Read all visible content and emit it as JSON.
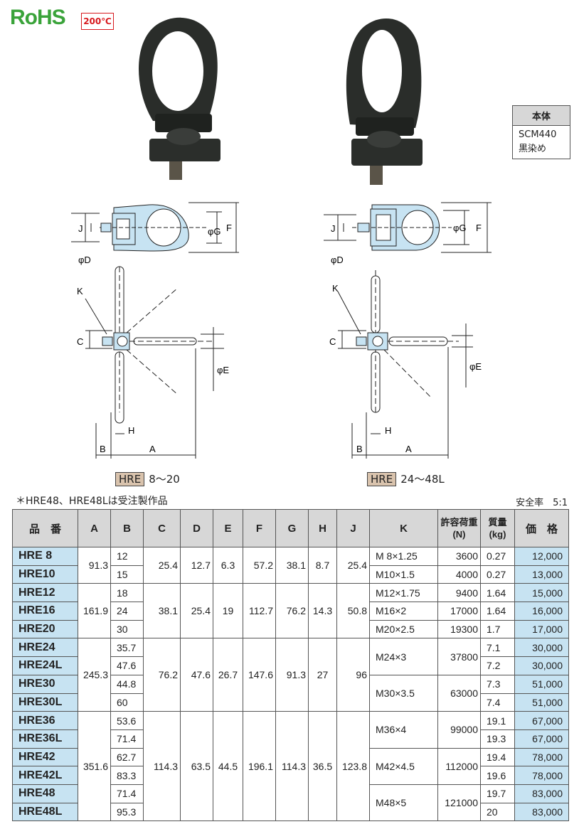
{
  "badges": {
    "rohs": "RoHS",
    "temp": "200℃"
  },
  "material": {
    "header": "本体",
    "lines": [
      "SCM440",
      "黒染め"
    ]
  },
  "drawing_labels": {
    "J": "J",
    "D": "φD",
    "G": "φG",
    "F": "F",
    "K": "K",
    "C": "C",
    "E": "φE",
    "H": "H",
    "B": "B",
    "A": "A"
  },
  "captions": [
    {
      "tag": "HRE",
      "range": "8〜20"
    },
    {
      "tag": "HRE",
      "range": "24〜48L"
    }
  ],
  "note": "＊HRE48、HRE48Lは受注製作品",
  "safety": "安全率　5:1",
  "table": {
    "headers": [
      "品　番",
      "A",
      "B",
      "C",
      "D",
      "E",
      "F",
      "G",
      "H",
      "J",
      "K",
      "許容荷重\n(N)",
      "質量\n(kg)",
      "価　格"
    ],
    "parts": [
      "HRE 8",
      "HRE10",
      "HRE12",
      "HRE16",
      "HRE20",
      "HRE24",
      "HRE24L",
      "HRE30",
      "HRE30L",
      "HRE36",
      "HRE36L",
      "HRE42",
      "HRE42L",
      "HRE48",
      "HRE48L"
    ],
    "B": [
      "12",
      "15",
      "18",
      "24",
      "30",
      "35.7",
      "47.6",
      "44.8",
      "60",
      "53.6",
      "71.4",
      "62.7",
      "83.3",
      "71.4",
      "95.3"
    ],
    "mass": [
      "0.27",
      "0.27",
      "1.64",
      "1.64",
      "1.7",
      "7.1",
      "7.2",
      "7.3",
      "7.4",
      "19.1",
      "19.3",
      "19.4",
      "19.6",
      "19.7",
      "20"
    ],
    "price": [
      "12,000",
      "13,000",
      "15,000",
      "16,000",
      "17,000",
      "30,000",
      "30,000",
      "51,000",
      "51,000",
      "67,000",
      "67,000",
      "78,000",
      "78,000",
      "83,000",
      "83,000"
    ],
    "groups": [
      {
        "A": "91.3",
        "C": "25.4",
        "D": "12.7",
        "E": "6.3",
        "F": "57.2",
        "G": "38.1",
        "H": "8.7",
        "J": "25.4"
      },
      {
        "A": "161.9",
        "C": "38.1",
        "D": "25.4",
        "E": "19",
        "F": "112.7",
        "G": "76.2",
        "H": "14.3",
        "J": "50.8"
      },
      {
        "A": "245.3",
        "C": "76.2",
        "D": "47.6",
        "E": "26.7",
        "F": "147.6",
        "G": "91.3",
        "H": "27",
        "J": "96"
      },
      {
        "A": "351.6",
        "C": "114.3",
        "D": "63.5",
        "E": "44.5",
        "F": "196.1",
        "G": "114.3",
        "H": "36.5",
        "J": "123.8"
      }
    ],
    "K_small": [
      "M 8×1.25",
      "M10×1.5",
      "M12×1.75",
      "M16×2",
      "M20×2.5"
    ],
    "load_small": [
      "3600",
      "4000",
      "9400",
      "17000",
      "19300"
    ],
    "K_large": [
      "M24×3",
      "M30×3.5",
      "M36×4",
      "M42×4.5",
      "M48×5"
    ],
    "load_large": [
      "37800",
      "63000",
      "99000",
      "112000",
      "121000"
    ]
  }
}
